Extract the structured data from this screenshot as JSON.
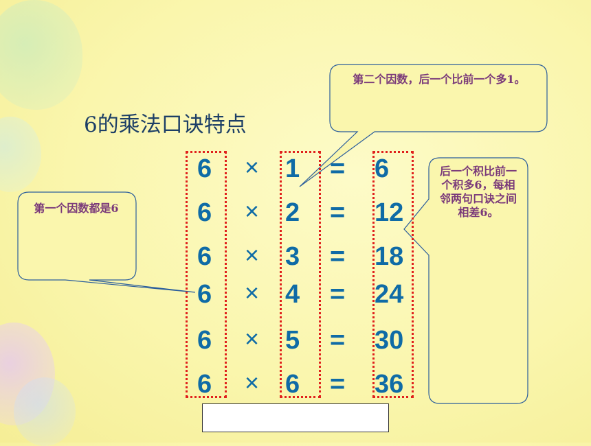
{
  "title": "6的乘法口诀特点",
  "rows": [
    {
      "a": "6",
      "op": "×",
      "b": "1",
      "eq": "=",
      "product": "6"
    },
    {
      "a": "6",
      "op": "×",
      "b": "2",
      "eq": "=",
      "product": "12"
    },
    {
      "a": "6",
      "op": "×",
      "b": "3",
      "eq": "=",
      "product": "18"
    },
    {
      "a": "6",
      "op": "×",
      "b": "4",
      "eq": "=",
      "product": "24"
    },
    {
      "a": "6",
      "op": "×",
      "b": "5",
      "eq": "=",
      "product": "30"
    },
    {
      "a": "6",
      "op": "×",
      "b": "6",
      "eq": "=",
      "product": "36"
    }
  ],
  "callouts": {
    "first_factor": "第一个因数都是6",
    "second_factor": "第二个因数，后一个比前一个多1。",
    "product": "后一个积比前一个积多6，每相邻两句口诀之间相差6。"
  },
  "colors": {
    "background": "#faf6ad",
    "number": "#0f6ba6",
    "highlight_box": "#e0201c",
    "callout_text": "#7a3a7a",
    "callout_border": "#2a5d9c"
  }
}
